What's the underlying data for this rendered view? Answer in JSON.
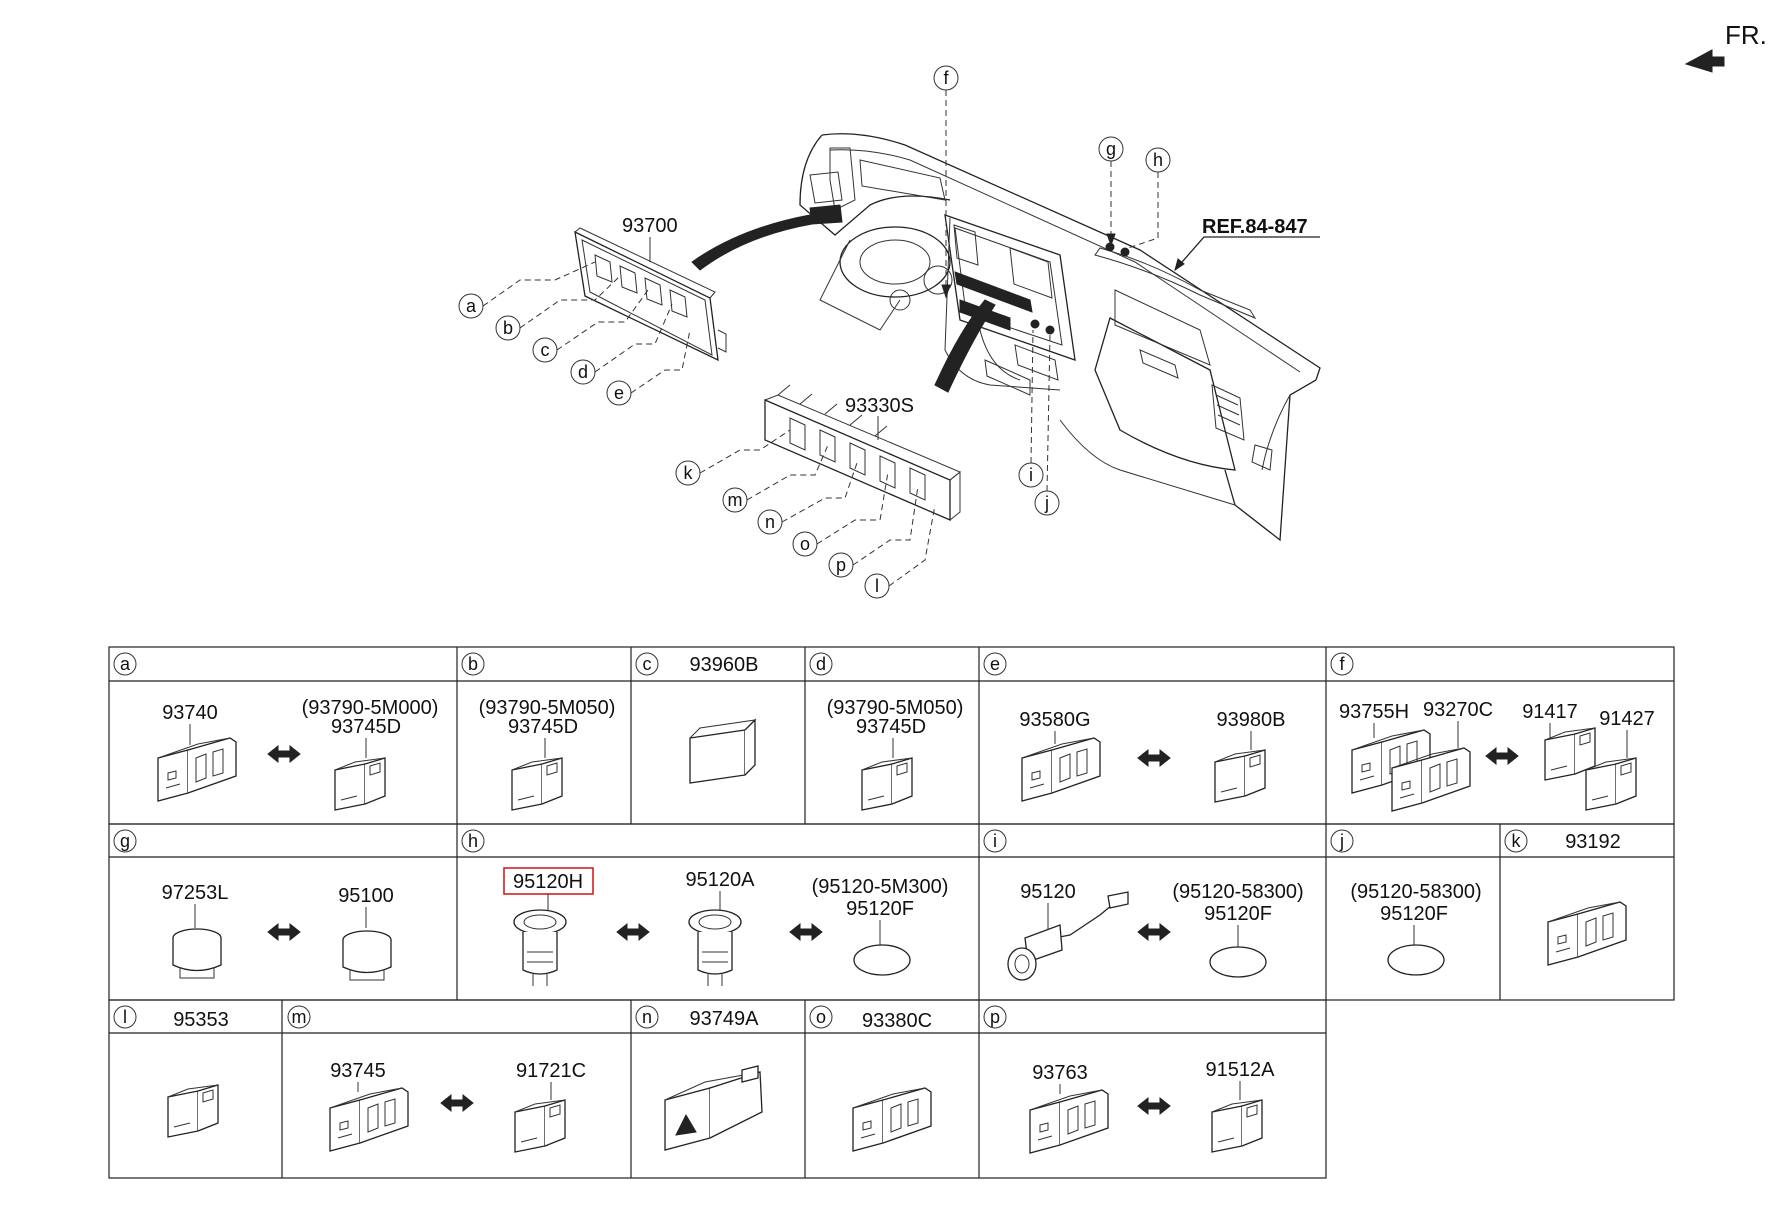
{
  "orientation": {
    "label": "FR."
  },
  "reference": "REF.84-847",
  "overview": {
    "assembly_upper": "93700",
    "assembly_lower": "93330S",
    "callouts_upper": [
      "a",
      "b",
      "c",
      "d",
      "e"
    ],
    "callouts_lower": [
      "k",
      "m",
      "n",
      "o",
      "p",
      "l"
    ],
    "callouts_panel": [
      "f",
      "g",
      "h",
      "i",
      "j"
    ]
  },
  "table": {
    "row1": [
      {
        "letter": "a",
        "parts": [
          "93740",
          "(93790-5M000)",
          "93745D"
        ]
      },
      {
        "letter": "b",
        "parts": [
          "(93790-5M050)",
          "93745D"
        ]
      },
      {
        "letter": "c",
        "header": "93960B"
      },
      {
        "letter": "d",
        "parts": [
          "(93790-5M050)",
          "93745D"
        ]
      },
      {
        "letter": "e",
        "parts": [
          "93580G",
          "93980B"
        ]
      },
      {
        "letter": "f",
        "parts": [
          "93755H",
          "93270C",
          "91417",
          "91427"
        ]
      }
    ],
    "row2": [
      {
        "letter": "g",
        "parts": [
          "97253L",
          "95100"
        ]
      },
      {
        "letter": "h",
        "parts": [
          "95120H",
          "95120A",
          "(95120-5M300)",
          "95120F"
        ],
        "highlight": "95120H"
      },
      {
        "letter": "i",
        "parts": [
          "95120",
          "(95120-58300)",
          "95120F"
        ]
      },
      {
        "letter": "j",
        "parts": [
          "(95120-58300)",
          "95120F"
        ]
      },
      {
        "letter": "k",
        "header": "93192"
      }
    ],
    "row3": [
      {
        "letter": "l",
        "header": "95353"
      },
      {
        "letter": "m",
        "parts": [
          "93745",
          "91721C"
        ]
      },
      {
        "letter": "n",
        "header": "93749A"
      },
      {
        "letter": "o",
        "header": "93380C"
      },
      {
        "letter": "p",
        "parts": [
          "93763",
          "91512A"
        ]
      }
    ]
  },
  "colors": {
    "highlight": "#d42020",
    "line": "#222222"
  }
}
